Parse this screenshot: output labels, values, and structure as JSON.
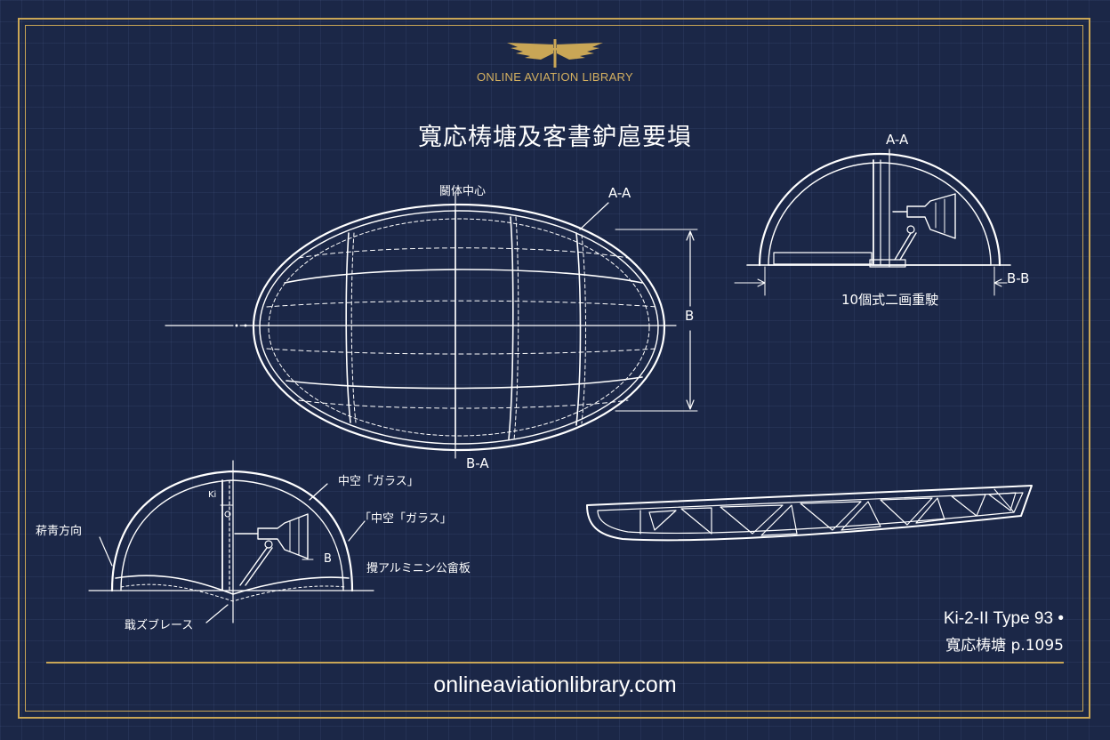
{
  "header": {
    "brand": "ONLINE AVIATION LIBRARY",
    "title": "寬応梼塘及客書鈩扈要塤",
    "logo_icon": "winged-emblem-icon"
  },
  "main_view": {
    "center_label": "鬭体中心",
    "section_a": "A-A",
    "section_b": "B-A",
    "dim_b": "B"
  },
  "section_view": {
    "label_a": "A-A",
    "label_b": "B-B",
    "caption": "10個式二画重駛"
  },
  "canopy_view": {
    "left_label": "菥靑方向",
    "glass_label_1": "中空「ガラス」",
    "glass_label_2": "「中空「ガラス」",
    "mark_k": "Ki",
    "mark_b": "B",
    "aluminum_label": "攪アルミニン公畲板",
    "brace_label": "戢ズブレース"
  },
  "footer": {
    "ref_line_1": "Ki-2-II Type 93 •",
    "ref_line_2": "寬応梼塘 p.1095",
    "website": "onlineaviationlibrary.com"
  },
  "colors": {
    "background": "#1b2747",
    "gold": "#c9a656",
    "line": "#ffffff"
  }
}
